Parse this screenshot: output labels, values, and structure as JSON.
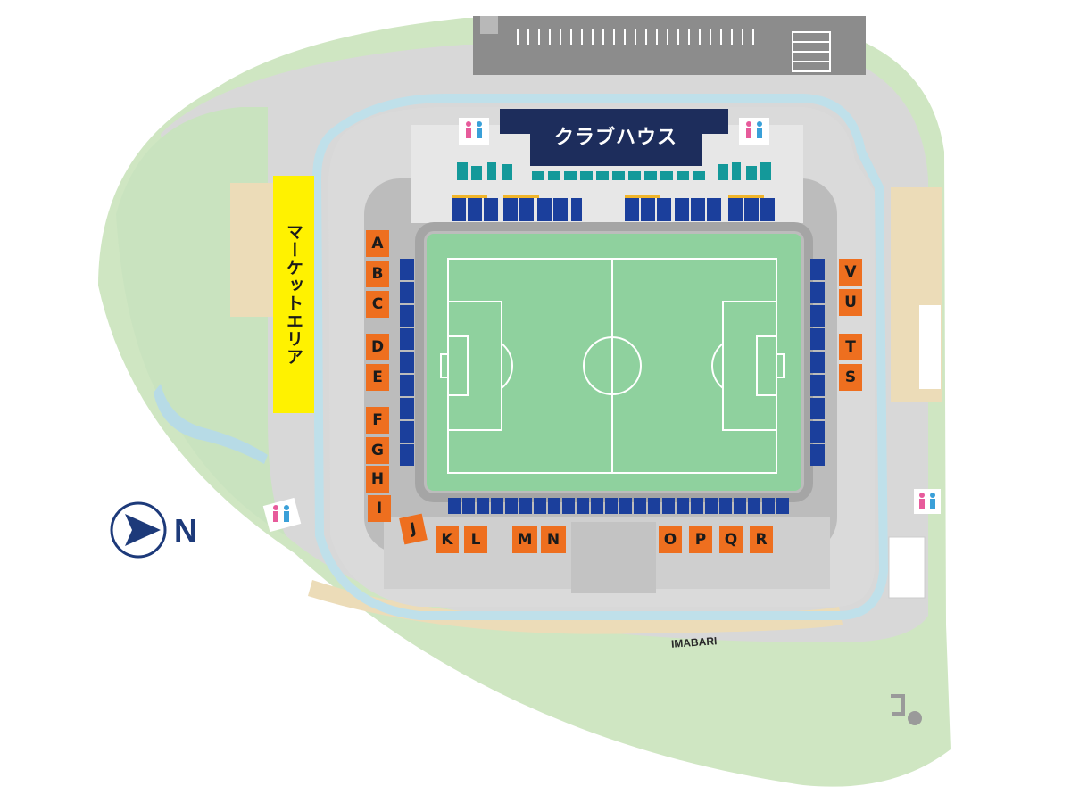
{
  "clubhouse_label": "クラブハウス",
  "market_area_label": "マーケットエリア",
  "compass": {
    "letter": "N",
    "icon": "compass-arrow-icon"
  },
  "road_label": "IMABARI",
  "colors": {
    "gate": "#ee6f1f",
    "clubhouse": "#1d2d5c",
    "market": "#fff200",
    "seat": "#1b3f9c",
    "pitch": "#8fd19e",
    "grass": "#cfe6c2",
    "plaza": "#d9d9d9"
  },
  "gates": {
    "A": "A",
    "B": "B",
    "C": "C",
    "D": "D",
    "E": "E",
    "F": "F",
    "G": "G",
    "H": "H",
    "I": "I",
    "J": "J",
    "K": "K",
    "L": "L",
    "M": "M",
    "N": "N",
    "O": "O",
    "P": "P",
    "Q": "Q",
    "R": "R",
    "S": "S",
    "T": "T",
    "U": "U",
    "V": "V"
  },
  "restroom_icons": [
    "restroom-icon",
    "restroom-icon",
    "restroom-icon",
    "restroom-icon"
  ]
}
